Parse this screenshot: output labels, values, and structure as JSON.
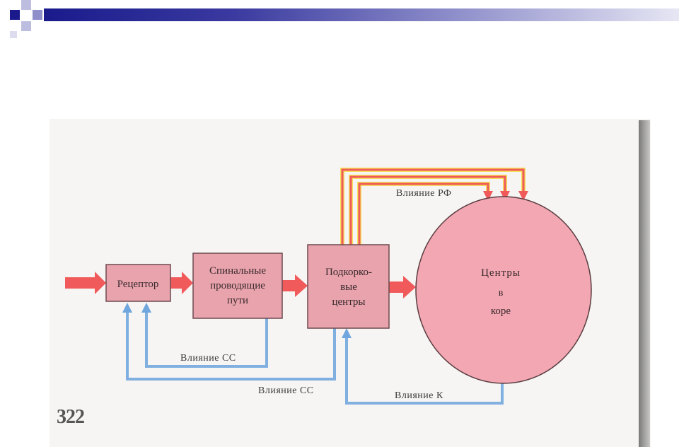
{
  "theme": {
    "squares": [
      "#1a1a8c",
      "#8f8fcb",
      "#bdbde0"
    ],
    "box_fill": "#e8a3ad",
    "circle_fill": "#f2a7b3",
    "red_arrow": "#f05a5a",
    "yellow_edge": "#f5e05a",
    "blue_line": "#7fb0e0"
  },
  "diagram": {
    "nodes": {
      "receptor": "Рецептор",
      "spinal": [
        "Спинальные",
        "проводящие",
        "пути"
      ],
      "subcortical": [
        "Подкорко-",
        "вые",
        "центры"
      ],
      "cortex": [
        "Центры",
        "в",
        "коре"
      ]
    },
    "labels": {
      "rf": "Влияние  РФ",
      "cc_inner": "Влияние  СС",
      "cc_outer": "Влияние  СС",
      "k": "Влияние  К"
    },
    "page_number": "322"
  }
}
